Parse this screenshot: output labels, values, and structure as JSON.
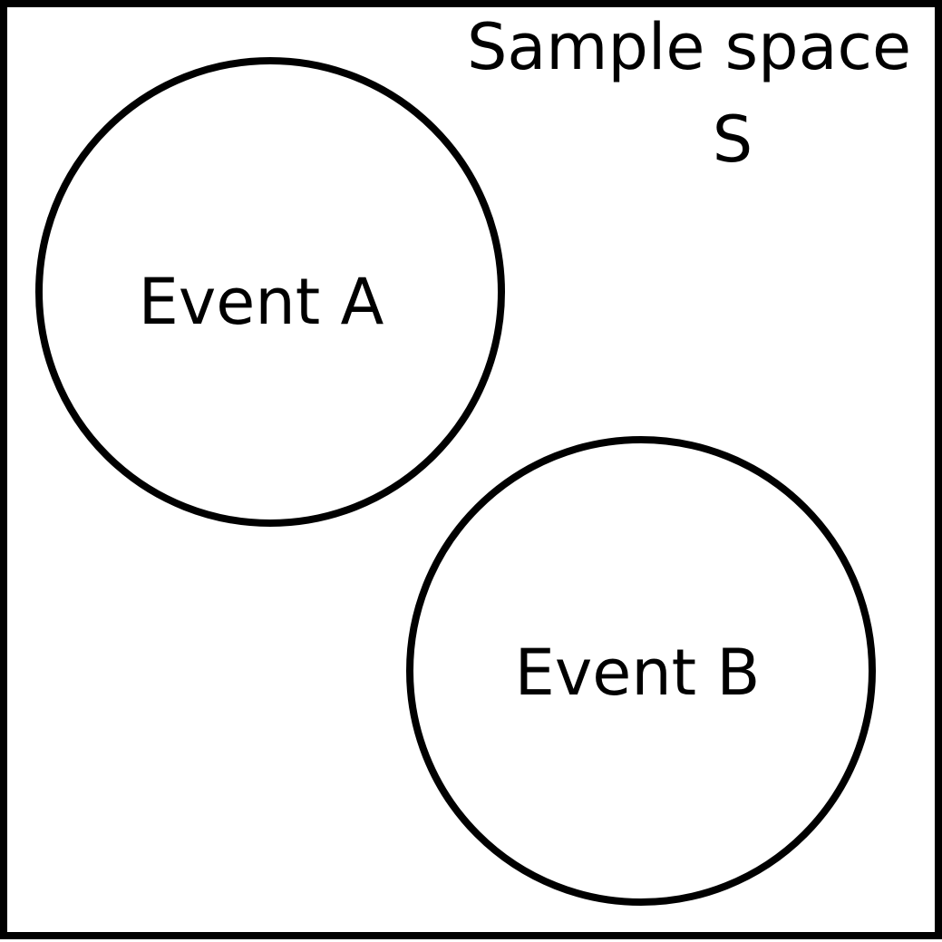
{
  "diagram": {
    "type": "venn",
    "sample_space": {
      "label_line1": "Sample space",
      "label_line2": "S"
    },
    "events": [
      {
        "label": "Event A"
      },
      {
        "label": "Event B"
      }
    ],
    "relationship": "disjoint",
    "colors": {
      "stroke": "#000000",
      "background": "#ffffff",
      "text": "#000000"
    }
  }
}
